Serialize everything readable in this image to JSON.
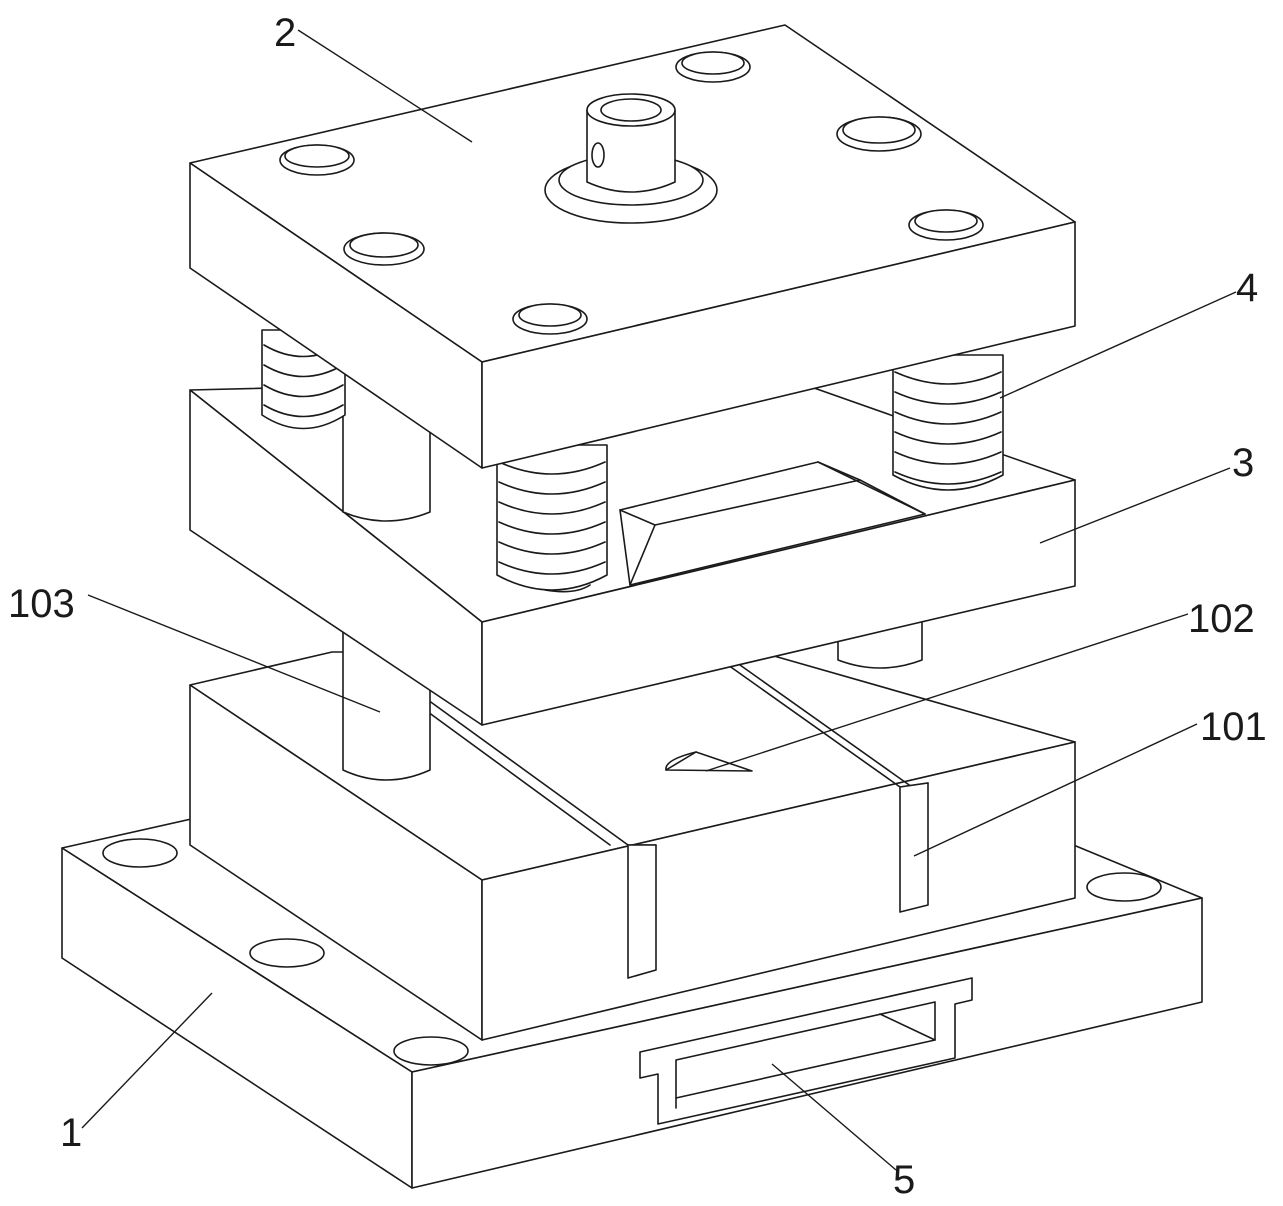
{
  "figure": {
    "callouts": [
      {
        "id": "c2",
        "text": "2"
      },
      {
        "id": "c4",
        "text": "4"
      },
      {
        "id": "c3",
        "text": "3"
      },
      {
        "id": "c103",
        "text": "103"
      },
      {
        "id": "c102",
        "text": "102"
      },
      {
        "id": "c101",
        "text": "101"
      },
      {
        "id": "c1",
        "text": "1"
      },
      {
        "id": "c5",
        "text": "5"
      }
    ]
  }
}
